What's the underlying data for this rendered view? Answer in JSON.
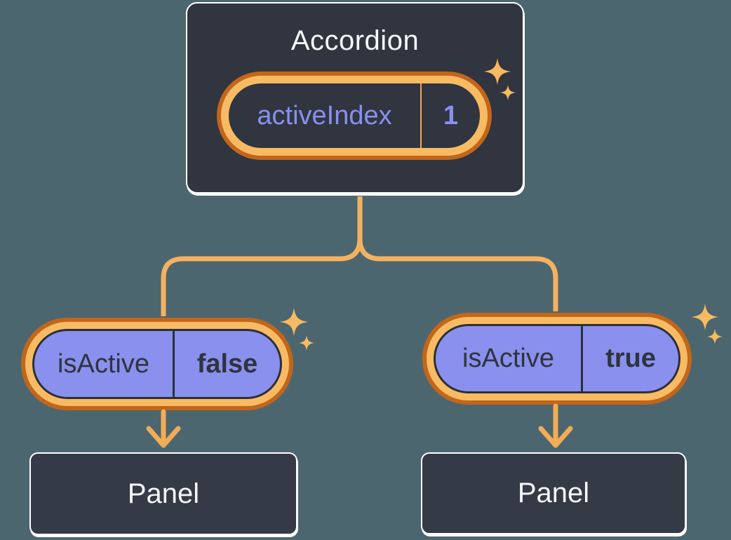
{
  "canvas": {
    "background": "#4C6670"
  },
  "accordion": {
    "title": "Accordion",
    "state_pill": {
      "label": "activeIndex",
      "value": "1"
    }
  },
  "branches": [
    {
      "prop_pill": {
        "label": "isActive",
        "value": "false"
      },
      "panel_title": "Panel"
    },
    {
      "prop_pill": {
        "label": "isActive",
        "value": "true"
      },
      "panel_title": "Panel"
    }
  ],
  "colors": {
    "background": "#4C6670",
    "node_fill": "#30353F",
    "panel_fill": "#343A46",
    "node_border": "#FFFFFF",
    "text_light": "#F6F7F9",
    "text_dark": "#2F343D",
    "state_purple_text": "#8890EF",
    "prop_pill_fill": "#8A90EE",
    "pill_dark_border": "#2B3038",
    "highlight_ring_inner": "#F8BB63",
    "highlight_ring_outer": "#C2661B",
    "connector": "#F4B261",
    "sparkle": "#F7BA62"
  }
}
